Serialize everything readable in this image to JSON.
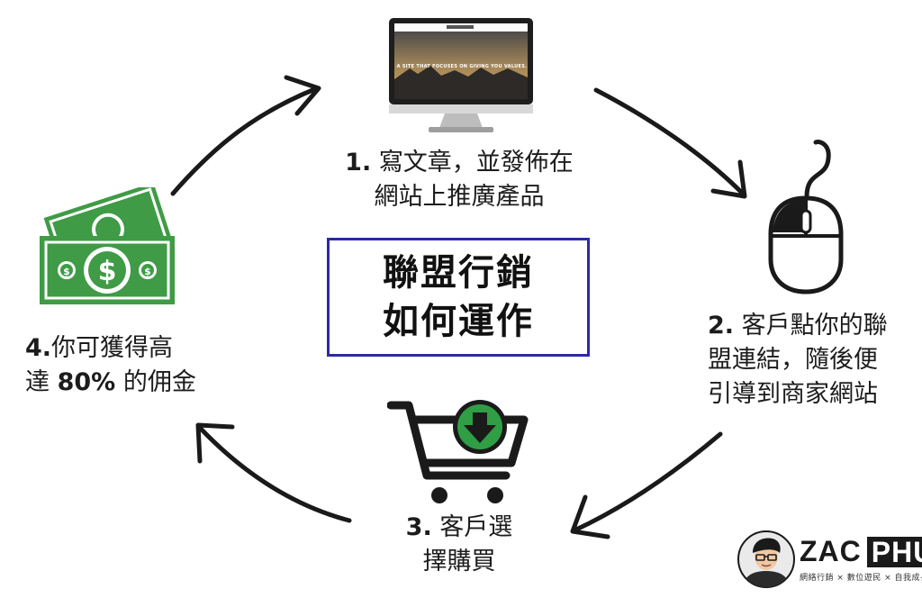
{
  "title": {
    "line1": "聯盟行銷",
    "line2": "如何運作"
  },
  "steps": [
    {
      "number": "1.",
      "line1": "寫文章，並發佈在",
      "line2": "網站上推廣產品"
    },
    {
      "number": "2.",
      "line1": "客戶點你的聯",
      "line2": "盟連結，隨後便",
      "line3": "引導到商家網站"
    },
    {
      "number": "3.",
      "line1": "客戶選",
      "line2": "擇購買"
    },
    {
      "number": "4.",
      "line1_rest": "你可獲得高",
      "line2_pre": "達 ",
      "line2_bold": "80%",
      "line2_post": " 的佣金"
    }
  ],
  "monitor": {
    "headline": "A SITE THAT FOCUSES ON GIVING YOU VALUES."
  },
  "brand": {
    "first": "ZAC",
    "last": "PHUA",
    "tagline": "網絡行銷 × 數位遊民 × 自我成長"
  },
  "colors": {
    "title_border": "#2b2aa6",
    "money_green": "#3f9b45",
    "cart_green": "#2f9e44",
    "ink": "#1a1a1a"
  },
  "icons": [
    "monitor-icon",
    "mouse-icon",
    "shopping-cart-icon",
    "money-icon",
    "avatar"
  ]
}
